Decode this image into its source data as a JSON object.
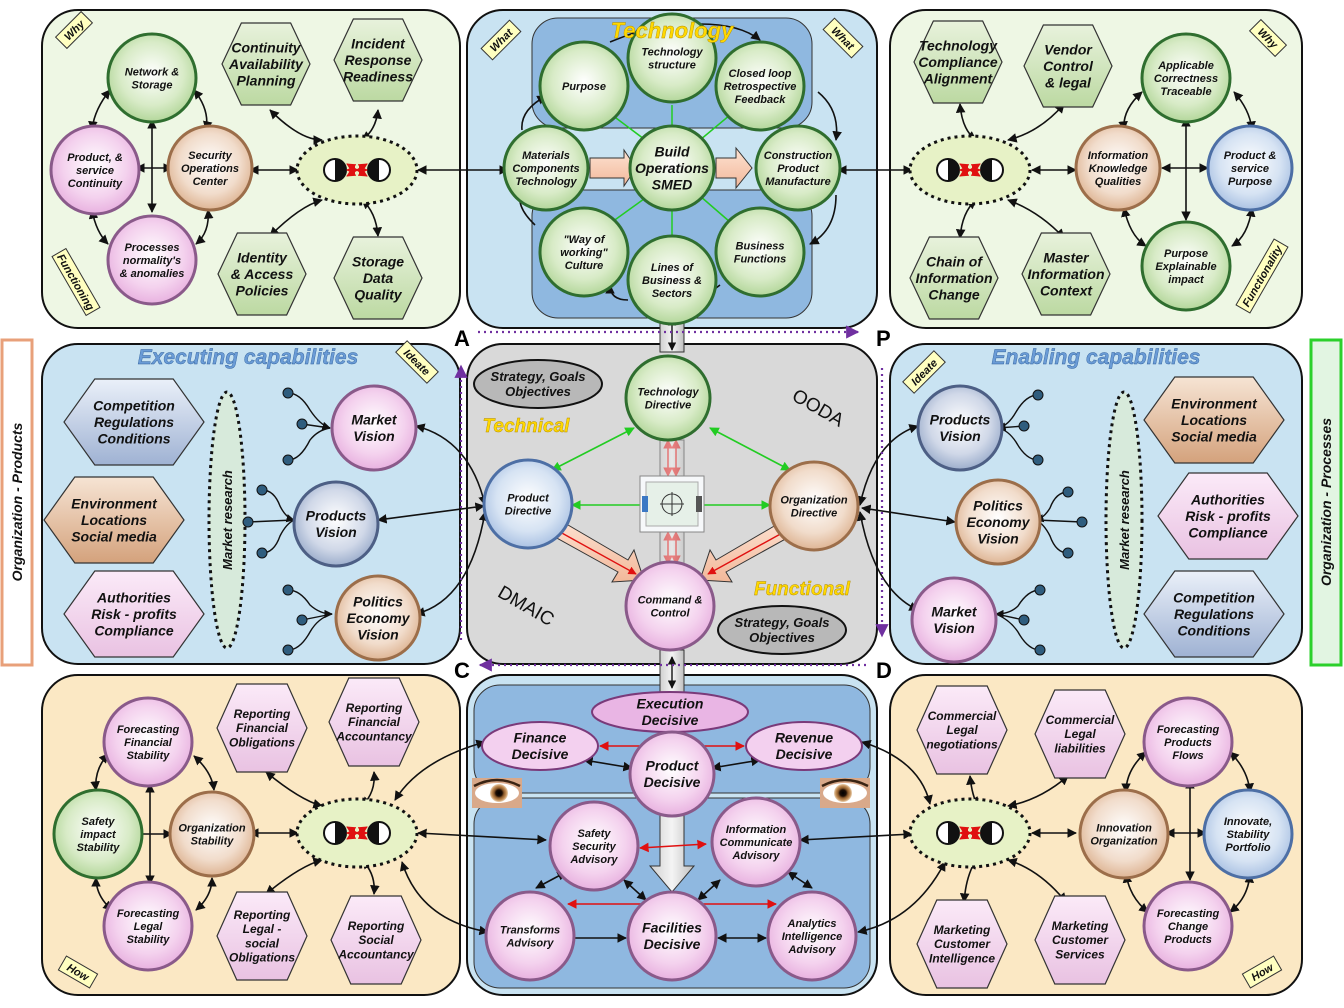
{
  "colors": {
    "green_panel": "#eef7e4",
    "blue_panel": "#c9e3f2",
    "orange_panel": "#fbe8c4",
    "center_panel": "#d9d9d9",
    "arrow_dark": "#111111",
    "arrow_red": "#e01010",
    "arrow_green": "#22cc22",
    "dotted_purple": "#7030a0",
    "yellow_title": "#ffd800",
    "blue_title": "#4a86c8",
    "side_left": "#e8a07a",
    "side_right": "#2bd02b"
  },
  "side_labels": {
    "left": "Organization - Products",
    "right": "Organization - Processes"
  },
  "tags": {
    "why_tl": "Why",
    "functioning": "Functioning",
    "what_tcl": "What",
    "what_tcr": "What",
    "why_tr": "Why",
    "functionality": "Functionality",
    "ideate_l": "Ideate",
    "ideate_r": "Ideate",
    "how_bl": "How",
    "how_br": "How"
  },
  "corners": {
    "a": "A",
    "p": "P",
    "c": "C",
    "d": "D"
  },
  "top_left": {
    "network": "Network & Storage",
    "product_cont": "Product, & service Continuity",
    "soc": "Security Operations Center",
    "processes": "Processes normality's & anomalies",
    "continuity": "Continuity Availability Planning",
    "incident": "Incident Response Readiness",
    "identity": "Identity & Access Policies",
    "storage": "Storage Data Quality"
  },
  "top_center": {
    "title": "Technology",
    "purpose": "Purpose",
    "tech_structure": "Technology structure",
    "closed_loop": "Closed loop Retrospective Feedback",
    "materials": "Materials Components Technology",
    "build": "Build Operations SMED",
    "construction": "Construction Product Manufacture",
    "way": "\"Way of working\" Culture",
    "lines": "Lines of Business & Sectors",
    "business": "Business Functions"
  },
  "top_right": {
    "tech_compliance": "Technology Compliance Alignment",
    "vendor": "Vendor Control & legal",
    "applicable": "Applicable Correctness Traceable",
    "info_knowledge": "Information Knowledge Qualities",
    "product_purpose": "Product & service Purpose",
    "purpose_explainable": "Purpose Explainable impact",
    "chain": "Chain of Information Change",
    "master": "Master Information Context"
  },
  "mid_left": {
    "title": "Executing capabilities",
    "competition": "Competition Regulations Conditions",
    "environment": "Environment Locations Social media",
    "authorities": "Authorities Risk - profits Compliance",
    "market_research": "Market research",
    "market_vision": "Market Vision",
    "products_vision": "Products Vision",
    "politics": "Politics Economy Vision"
  },
  "center": {
    "strategy_top": "Strategy, Goals Objectives",
    "technical": "Technical",
    "ooda": "OODA",
    "tech_directive": "Technology Directive",
    "product_directive": "Product Directive",
    "org_directive": "Organization Directive",
    "command": "Command & Control",
    "functional": "Functional",
    "dmaic": "DMAIC",
    "strategy_bottom": "Strategy, Goals Objectives"
  },
  "mid_right": {
    "title": "Enabling capabilities",
    "products_vision": "Products Vision",
    "politics": "Politics Economy Vision",
    "market_vision": "Market Vision",
    "environment": "Environment Locations Social media",
    "authorities": "Authorities Risk - profits Compliance",
    "competition": "Competition Regulations Conditions",
    "market_research": "Market research"
  },
  "bottom_left": {
    "forecasting_fin": "Forecasting Financial Stability",
    "safety": "Safety impact Stability",
    "org_stability": "Organization Stability",
    "forecasting_legal": "Forecasting Legal Stability",
    "rep_fin_obl": "Reporting Financial Obligations",
    "rep_fin_acc": "Reporting Financial Accountancy",
    "rep_legal": "Reporting Legal - social Obligations",
    "rep_social": "Reporting Social Accountancy"
  },
  "bottom_center": {
    "execution": "Execution Decisive",
    "finance": "Finance Decisive",
    "revenue": "Revenue Decisive",
    "product": "Product Decisive",
    "safety": "Safety Security Advisory",
    "information": "Information Communicate Advisory",
    "transforms": "Transforms Advisory",
    "facilities": "Facilities Decisive",
    "analytics": "Analytics Intelligence Advisory"
  },
  "bottom_right": {
    "commercial_neg": "Commercial Legal negotiations",
    "commercial_liab": "Commercial Legal liabilities",
    "forecasting_flows": "Forecasting Products Flows",
    "innovation": "Innovation Organization",
    "innovate": "Innovate, Stability Portfolio",
    "forecasting_change": "Forecasting Change Products",
    "marketing_intel": "Marketing Customer Intelligence",
    "marketing_services": "Marketing Customer Services"
  }
}
